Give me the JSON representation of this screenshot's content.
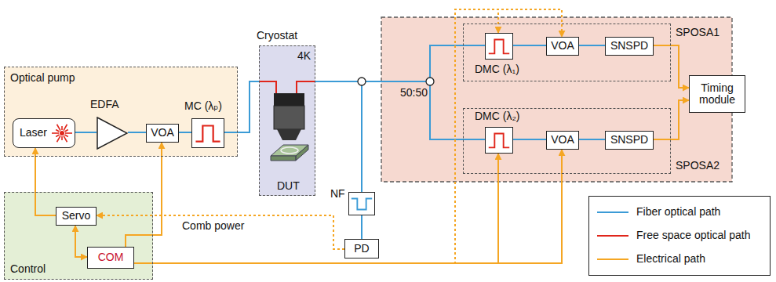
{
  "diagram": {
    "nodes": [
      {
        "text": [
          "Optical pump"
        ]
      },
      {
        "text": [
          "Laser"
        ],
        "in": 0
      },
      {
        "text": [
          "EDFA"
        ],
        "in": 0
      },
      {
        "text": [
          "VOA"
        ],
        "in": 0
      },
      {
        "text": [
          "MC (λₚ)"
        ],
        "in": 0
      },
      {
        "text": [
          "Cryostat",
          "4K"
        ]
      },
      {
        "text": [
          "DUT"
        ],
        "in": 5
      },
      {
        "text": [
          "Control"
        ]
      },
      {
        "text": [
          "Servo"
        ],
        "in": 7
      },
      {
        "text": [
          "COM"
        ],
        "in": 7
      },
      {
        "text": [
          "NF"
        ]
      },
      {
        "text": [
          "PD"
        ]
      },
      {
        "text": [
          "SPOSA1"
        ]
      },
      {
        "text": [
          "DMC (λ₁)"
        ],
        "in": 12
      },
      {
        "text": [
          "VOA"
        ],
        "in": 12
      },
      {
        "text": [
          "SNSPD"
        ],
        "in": 12
      },
      {
        "text": [
          "SPOSA2"
        ]
      },
      {
        "text": [
          "DMC (λ₂)"
        ],
        "in": 16
      },
      {
        "text": [
          "VOA"
        ],
        "in": 16
      },
      {
        "text": [
          "SNSPD"
        ],
        "in": 16
      },
      {
        "text": [
          "Timing module"
        ]
      }
    ],
    "edges": [
      {
        "from": 1,
        "to": 2,
        "arrow": "none"
      },
      {
        "from": 2,
        "to": 3,
        "arrow": "none"
      },
      {
        "from": 3,
        "to": 4,
        "arrow": "none"
      },
      {
        "from": 4,
        "to": 6,
        "arrow": "none"
      },
      {
        "from": 6,
        "to": 10,
        "arrow": "none"
      },
      {
        "from": 10,
        "to": 11,
        "arrow": "none"
      },
      {
        "from": 6,
        "to": 13,
        "arrow": "none"
      },
      {
        "from": 6,
        "to": 17,
        "arrow": "none"
      },
      {
        "from": 13,
        "to": 14,
        "arrow": "none"
      },
      {
        "from": 14,
        "to": 15,
        "arrow": "none"
      },
      {
        "from": 17,
        "to": 18,
        "arrow": "none"
      },
      {
        "from": 18,
        "to": 19,
        "arrow": "none"
      },
      {
        "from": 15,
        "to": 20,
        "arrow": "to"
      },
      {
        "from": 19,
        "to": 20,
        "arrow": "to"
      },
      {
        "from": 8,
        "to": 1,
        "arrow": "to"
      },
      {
        "from": 9,
        "to": 8,
        "arrow": "both"
      },
      {
        "from": 9,
        "to": 3,
        "arrow": "to"
      },
      {
        "from": 9,
        "to": 13,
        "arrow": "to"
      },
      {
        "from": 9,
        "to": 14,
        "arrow": "to"
      },
      {
        "from": 9,
        "to": 17,
        "arrow": "to"
      },
      {
        "from": 9,
        "to": 18,
        "arrow": "to"
      },
      {
        "from": 11,
        "to": 8,
        "label": "Comb power",
        "arrow": "to"
      }
    ],
    "labels": [
      "50:50"
    ],
    "legend": [
      {
        "text": "Fiber optical path"
      },
      {
        "text": "Free space optical path"
      },
      {
        "text": "Electrical path"
      }
    ]
  }
}
